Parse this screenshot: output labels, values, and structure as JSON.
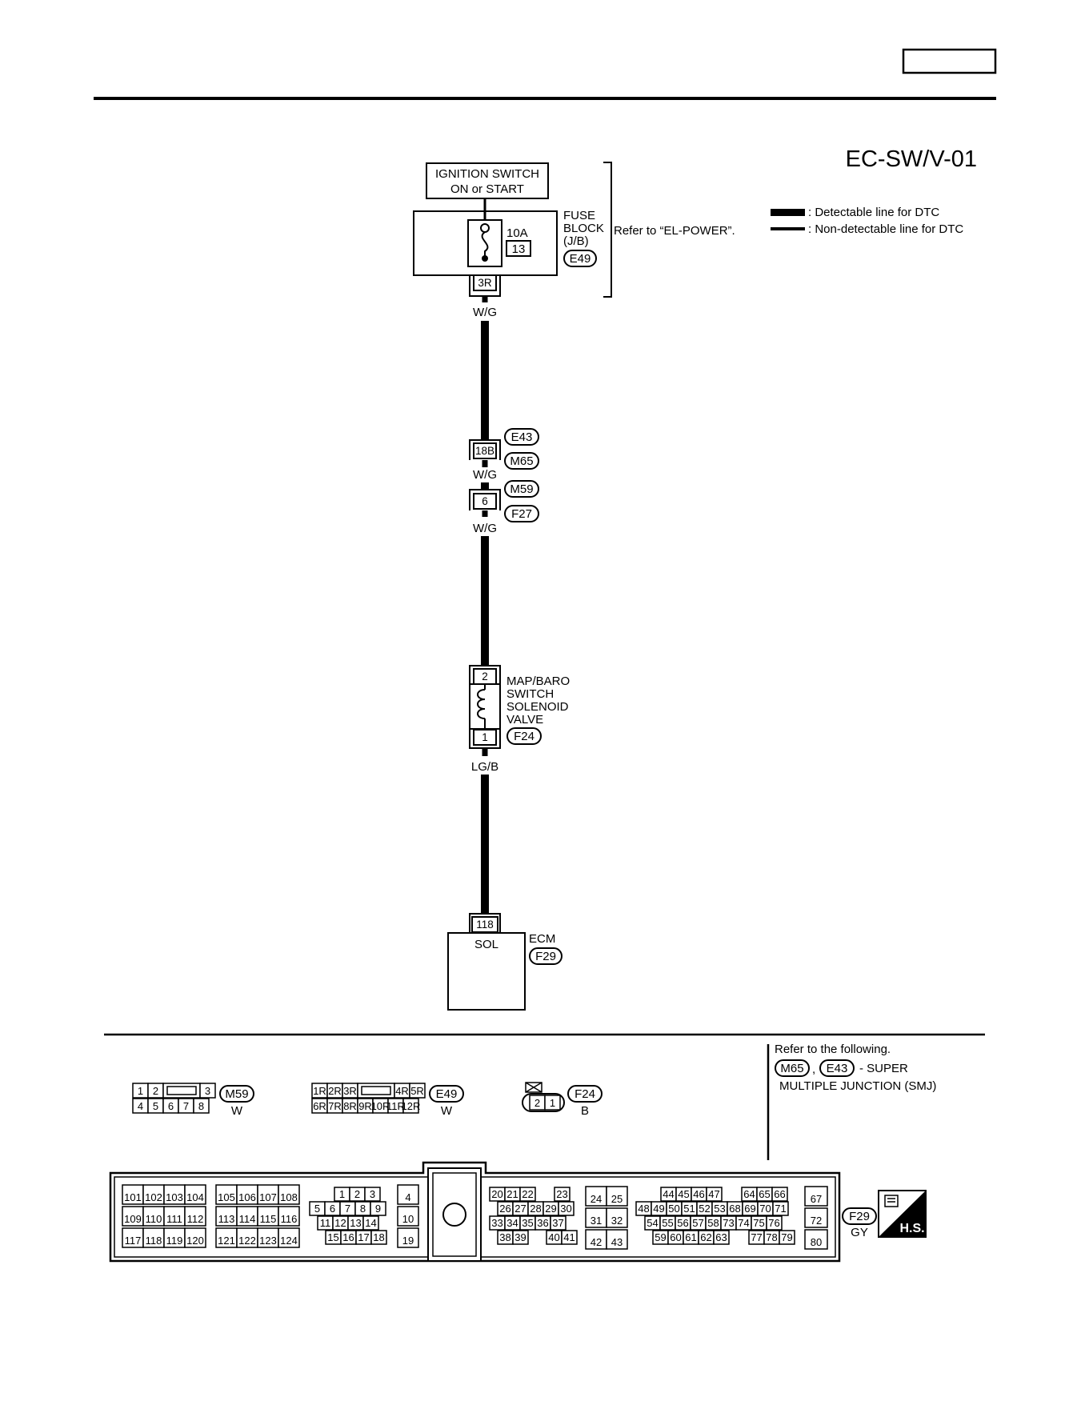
{
  "header": {
    "page_box": ""
  },
  "diagram": {
    "code": "EC-SW/V-01",
    "legend": {
      "detectable": ": Detectable line for DTC",
      "non_detectable": ": Non-detectable line for DTC"
    },
    "ignition": {
      "line1": "IGNITION SWITCH",
      "line2": "ON or START"
    },
    "fuse": {
      "amp": "10A",
      "number": "13",
      "name_line1": "FUSE",
      "name_line2": "BLOCK",
      "name_line3": "(J/B)",
      "connector": "E49",
      "terminal": "3R",
      "refer": "Refer to “EL-POWER”."
    },
    "wires": {
      "wg1": "W/G",
      "wg2": "W/G",
      "wg3": "W/G",
      "lgb": "LG/B"
    },
    "joint1": {
      "terminal": "18B",
      "conn_a": "E43",
      "conn_b": "M65"
    },
    "joint2": {
      "terminal": "6",
      "conn_a": "M59",
      "conn_b": "F27"
    },
    "solenoid": {
      "term_top": "2",
      "term_bottom": "1",
      "name_lines": [
        "MAP/BARO",
        "SWITCH",
        "SOLENOID",
        "VALVE"
      ],
      "connector": "F24"
    },
    "ecm": {
      "terminal": "118",
      "pin_name": "SOL",
      "name": "ECM",
      "connector": "F29"
    }
  },
  "connectors": {
    "m59": {
      "id": "M59",
      "color": "W",
      "row1": [
        "1",
        "2",
        "",
        "3"
      ],
      "row2": [
        "4",
        "5",
        "6",
        "7",
        "8"
      ]
    },
    "e49": {
      "id": "E49",
      "color": "W",
      "row1": [
        "1R",
        "2R",
        "3R",
        "",
        "4R",
        "5R"
      ],
      "row2": [
        "6R",
        "7R",
        "8R",
        "9R",
        "10R",
        "11R",
        "12R"
      ]
    },
    "f24": {
      "id": "F24",
      "color": "B",
      "pins": [
        "2",
        "1"
      ]
    },
    "f29": {
      "id": "F29",
      "color": "GY",
      "block_a": [
        [
          "101",
          "102",
          "103",
          "104"
        ],
        [
          "109",
          "110",
          "111",
          "112"
        ],
        [
          "117",
          "118",
          "119",
          "120"
        ]
      ],
      "block_b": [
        [
          "105",
          "106",
          "107",
          "108"
        ],
        [
          "113",
          "114",
          "115",
          "116"
        ],
        [
          "121",
          "122",
          "123",
          "124"
        ]
      ],
      "block_c": [
        [
          "1",
          "2",
          "3"
        ],
        [
          "5",
          "6",
          "7",
          "8",
          "9"
        ],
        [
          "11",
          "12",
          "13",
          "14"
        ],
        [
          "15",
          "16",
          "17",
          "18"
        ]
      ],
      "block_d": [
        "4",
        "10",
        "19"
      ],
      "block_e": [
        [
          "20",
          "21",
          "22",
          "23"
        ],
        [
          "26",
          "27",
          "28",
          "29",
          "30"
        ],
        [
          "33",
          "34",
          "35",
          "36",
          "37"
        ],
        [
          "38",
          "39",
          "40",
          "41"
        ]
      ],
      "block_f": [
        [
          "24",
          "25"
        ],
        [
          "31",
          "32"
        ],
        [
          "42",
          "43"
        ]
      ],
      "block_g": [
        [
          "44",
          "45",
          "46",
          "47",
          "64",
          "65",
          "66"
        ],
        [
          "48",
          "49",
          "50",
          "51",
          "52",
          "53",
          "68",
          "69",
          "70",
          "71"
        ],
        [
          "54",
          "55",
          "56",
          "57",
          "58",
          "73",
          "74",
          "75",
          "76"
        ],
        [
          "59",
          "60",
          "61",
          "62",
          "63",
          "77",
          "78",
          "79"
        ]
      ],
      "block_h": [
        "67",
        "72",
        "80"
      ]
    }
  },
  "refer_note": {
    "line1": "Refer to the following.",
    "conn_a": "M65",
    "sep": ",",
    "conn_b": "E43",
    "suffix": "- SUPER",
    "line3": "MULTIPLE JUNCTION (SMJ)"
  },
  "hs_badge": {
    "label": "H.S."
  }
}
